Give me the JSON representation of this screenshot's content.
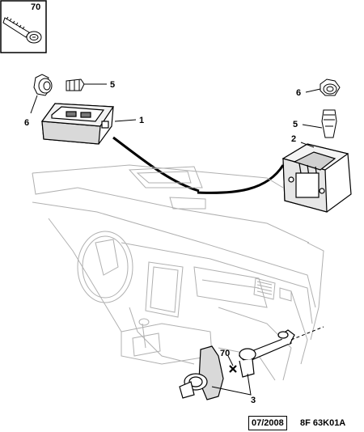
{
  "callouts": {
    "inset_screw": "70",
    "lamp_bulb_left": "5",
    "lamp_holder_left": "6",
    "courtesy_lamp": "1",
    "lamp_holder_right": "6",
    "lamp_bulb_right": "5",
    "lamp_housing": "2",
    "screw_lower": "70",
    "bracket_assembly": "3"
  },
  "footer": {
    "date": "07/2008",
    "reference": "8F 63K01A"
  }
}
